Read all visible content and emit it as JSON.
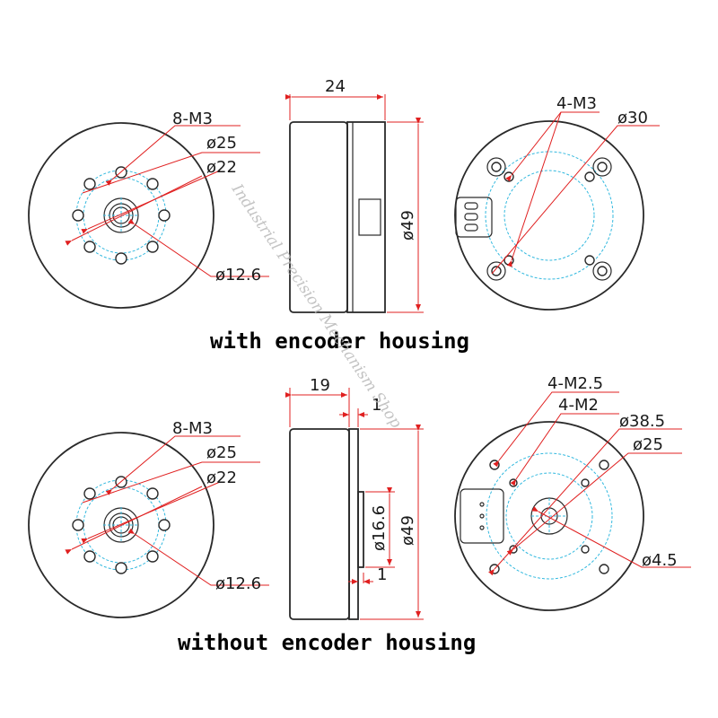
{
  "watermark": "Industrial Precision Mechanism Shop",
  "views": {
    "with_encoder": {
      "caption": "with encoder housing",
      "front": {
        "holes": "8-M3",
        "d1": "ø25",
        "d2": "ø22",
        "d3": "ø12.6"
      },
      "side": {
        "width": "24",
        "height": "ø49"
      },
      "back": {
        "holes": "4-M3",
        "d1": "ø30"
      }
    },
    "without_encoder": {
      "caption": "without encoder housing",
      "front": {
        "holes": "8-M3",
        "d1": "ø25",
        "d2": "ø22",
        "d3": "ø12.6"
      },
      "side": {
        "width": "19",
        "step_top": "1",
        "step_bottom": "1",
        "inner": "ø16.6",
        "height": "ø49"
      },
      "back": {
        "holes1": "4-M2.5",
        "holes2": "4-M2",
        "d1": "ø38.5",
        "d2": "ø25",
        "d3": "ø4.5"
      }
    }
  },
  "colors": {
    "dimension": "#e02020",
    "centerline": "#33b9df",
    "outline": "#2a2a2a"
  }
}
